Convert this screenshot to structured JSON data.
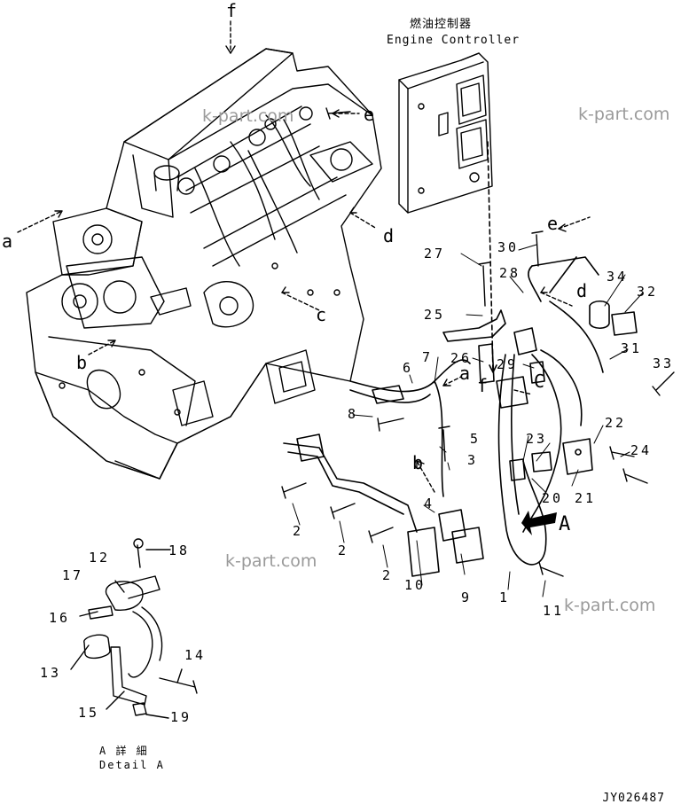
{
  "controller": {
    "title_jp": "燃油控制器",
    "title_en": "Engine Controller"
  },
  "watermark": "k-part.com",
  "callouts": {
    "n1": "1",
    "n2": "2",
    "n3": "3",
    "n4": "4",
    "n5": "5",
    "n6": "6",
    "n7": "7",
    "n8": "8",
    "n9": "9",
    "n10": "10",
    "n11": "11",
    "n12": "12",
    "n13": "13",
    "n14": "14",
    "n15": "15",
    "n16": "16",
    "n17": "17",
    "n18": "18",
    "n19": "19",
    "n20": "20",
    "n21": "21",
    "n22": "22",
    "n23": "23",
    "n24": "24",
    "n25": "25",
    "n26": "26",
    "n27": "27",
    "n28": "28",
    "n29": "29",
    "n30": "30",
    "n31": "31",
    "n32": "32",
    "n33": "33",
    "n34": "34"
  },
  "refs": {
    "a": "a",
    "b": "b",
    "c": "c",
    "d": "d",
    "e": "e",
    "f": "f",
    "A": "A",
    "C": "C"
  },
  "detail": {
    "title_jp": "A 詳 細",
    "title_en": "Detail A"
  },
  "drawing_id": "JY026487"
}
